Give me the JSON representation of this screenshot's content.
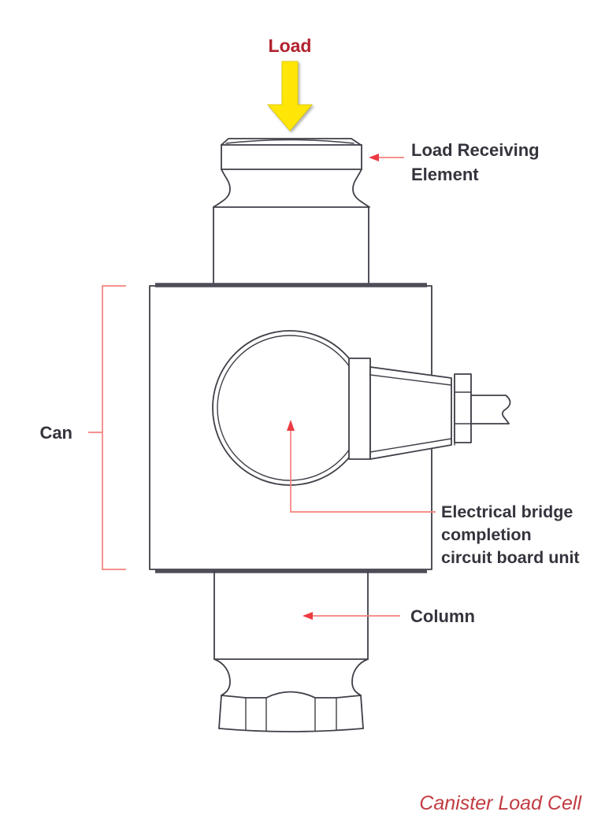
{
  "diagram": {
    "type": "technical-illustration",
    "load_label": "Load",
    "labels": {
      "load_receiving_element": {
        "line1": "Load Receiving",
        "line2": "Element"
      },
      "can": "Can",
      "bridge_unit": {
        "line1": "Electrical bridge",
        "line2": "completion",
        "line3": "circuit board unit"
      },
      "column": "Column"
    },
    "caption": "Canister Load Cell",
    "colors": {
      "load_text": "#b2222e",
      "caption_text": "#c13b41",
      "label_text": "#34343d",
      "leader_line": "#f5827d",
      "arrowhead": "#ec3b43",
      "drawing_line": "#3f3f48",
      "thick_plate": "#4d4d57",
      "load_arrow_fill": "#ffe606",
      "background": "#ffffff"
    }
  }
}
